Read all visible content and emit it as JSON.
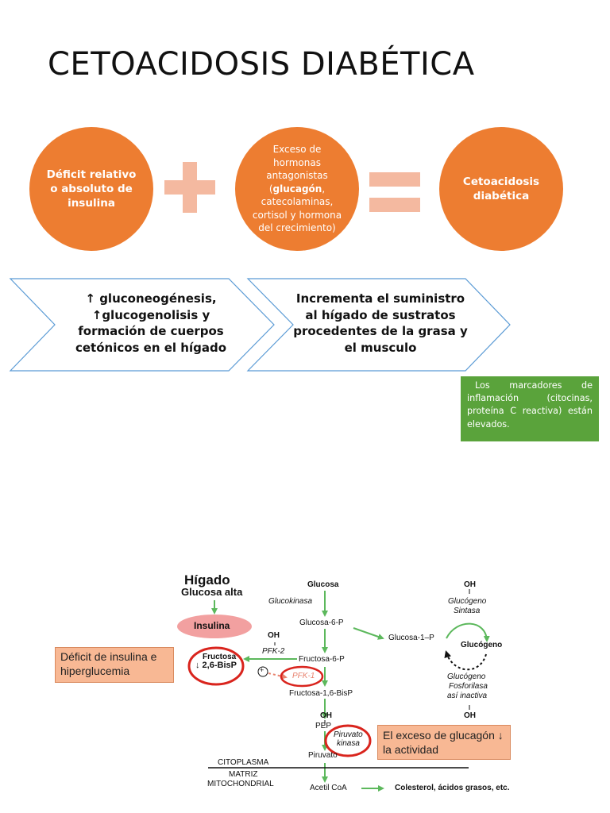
{
  "title": "CETOACIDOSIS DIABÉTICA",
  "circles": {
    "c1": "Déficit relativo o absoluto de insulina",
    "c2_pre": "Exceso de hormonas antagonistas (",
    "c2_bold": "glucagón",
    "c2_post": ", catecolaminas, cortisol y hormona del crecimiento)",
    "c3": "Cetoacidosis diabética"
  },
  "chevrons": {
    "left_lines": [
      "↑ gluconeogénesis,",
      "↑glucogenolisis y",
      "formación de cuerpos",
      "cetónicos en el hígado"
    ],
    "right_lines": [
      "Incrementa el suministro",
      "al hígado de sustratos",
      "procedentes de la grasa y",
      "el musculo"
    ]
  },
  "green_note": "Los marcadores de inflamación (citocinas, proteína C reactiva) están elevados.",
  "pathway": {
    "higado": "Hígado",
    "glucosa_alta": "Glucosa alta",
    "insulina": "Insulina",
    "glucosa": "Glucosa",
    "glucokinasa": "Glucokinasa",
    "glucosa6p": "Glucosa-6-P",
    "glucosa1p": "Glucosa-1–P",
    "fructosa6p": "Fructosa-6-P",
    "fructosa16": "Fructosa-1,6-BisP",
    "pep": "PEP",
    "piruvato": "Piruvato",
    "acetilcoa": "Acetil CoA",
    "colesterol": "Colesterol, ácidos grasos, etc.",
    "oh": "OH",
    "pfk2": "PFK-2",
    "pfk1": "PFK-1",
    "fructosa26_l1": "Fructosa",
    "fructosa26_l2": "↓ 2,6-BisP",
    "plus": "+",
    "piruvato_kinasa_l1": "Piruvato",
    "piruvato_kinasa_l2": "kinasa",
    "glucogeno": "Glucógeno",
    "glucogeno_sintasa_l1": "Glucógeno",
    "glucogeno_sintasa_l2": "Sintasa",
    "fosforilasa_l1": "Glucógeno",
    "fosforilasa_l2": "Fosforilasa",
    "fosforilasa_l3": "así inactiva",
    "citoplasma": "CITOPLASMA",
    "matriz_l1": "MATRIZ",
    "matriz_l2": "MITOCHONDRIAL"
  },
  "callouts": {
    "deficit": "Déficit de insulina e hiperglucemia",
    "glucagon": "El exceso de glucagón ↓ la actividad"
  },
  "colors": {
    "orange": "#ed7d31",
    "operator": "#f4b9a0",
    "chevron_border": "#5b9bd5",
    "green": "#5aa33b",
    "arrow_green": "#5cb85c",
    "red_ring": "#d9241d",
    "callout": "#f8b894"
  }
}
